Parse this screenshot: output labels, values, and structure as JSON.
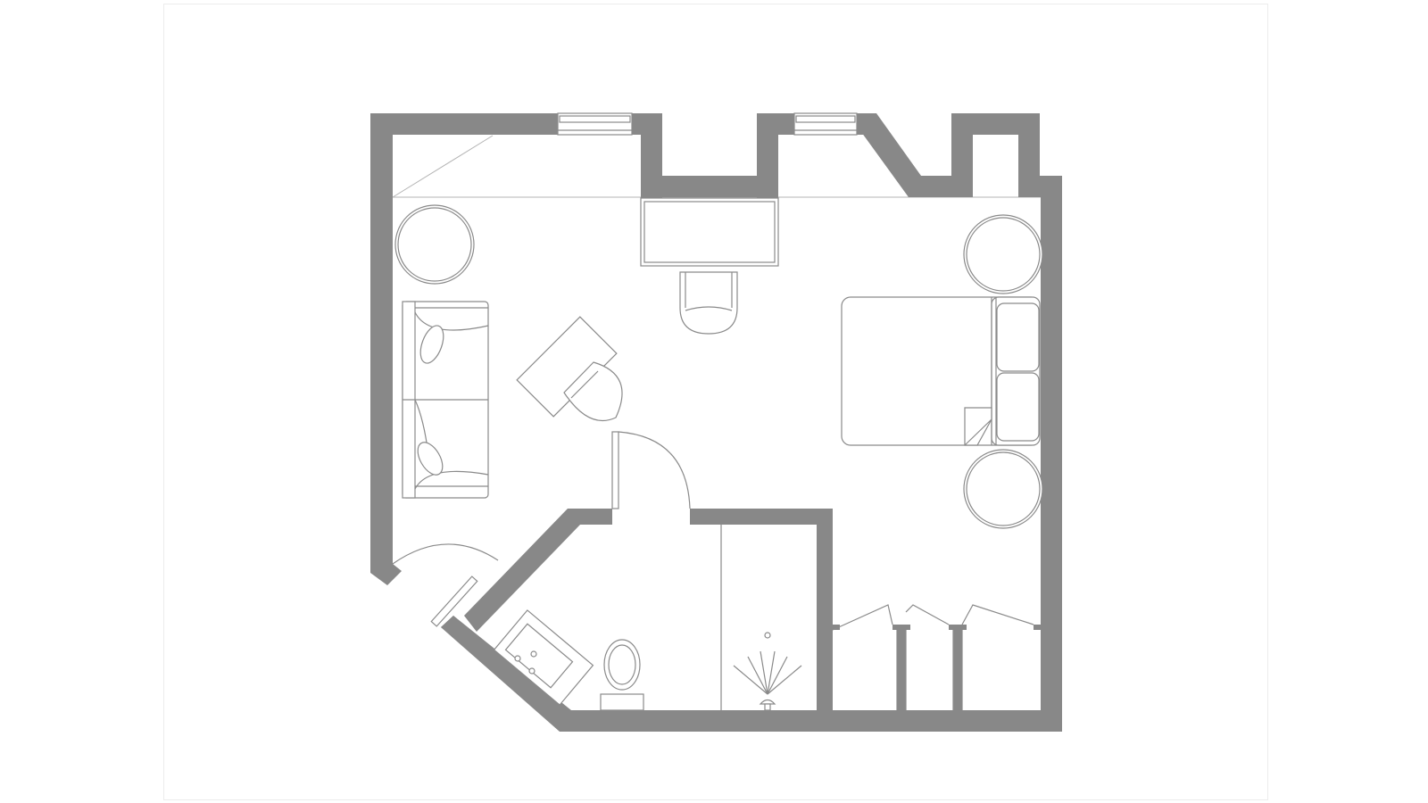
{
  "diagram": {
    "type": "floor-plan",
    "colors": {
      "wall": "#888888",
      "line": "#8a8a8a",
      "background": "#ffffff"
    },
    "rooms": [
      "bedroom-living",
      "bathroom",
      "shower",
      "wardrobe"
    ],
    "furniture": [
      "round-side-table",
      "sofa",
      "desk",
      "desk-chair",
      "writing-desk",
      "armchair",
      "double-bed",
      "nightstand",
      "toilet",
      "sink-vanity",
      "shower-head",
      "wardrobe-doors"
    ],
    "doors": [
      "entry-door",
      "bathroom-door"
    ],
    "windows": 2
  }
}
